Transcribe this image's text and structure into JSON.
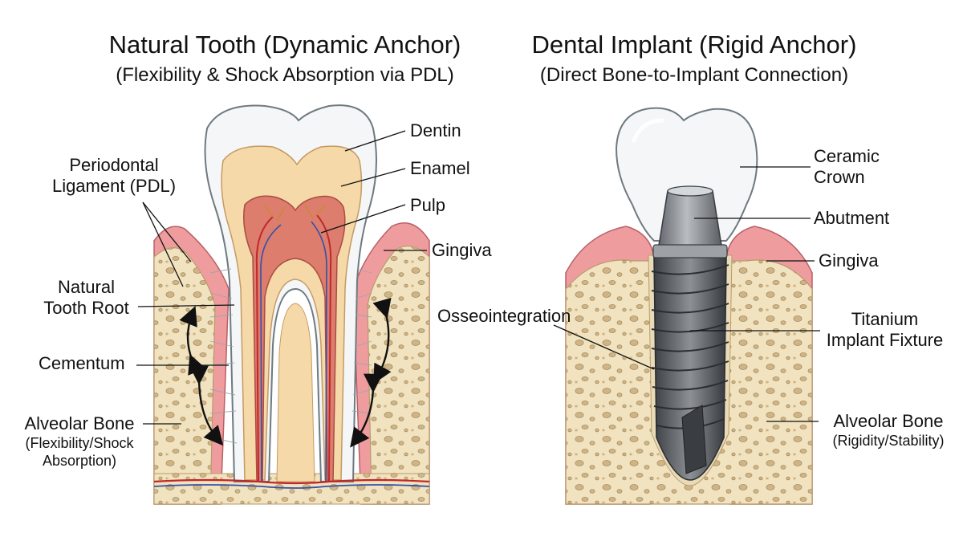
{
  "left": {
    "title": "Natural Tooth (Dynamic Anchor)",
    "subtitle": "(Flexibility & Shock Absorption via PDL)",
    "labels": {
      "dentin": "Dentin",
      "enamel": "Enamel",
      "pulp": "Pulp",
      "gingiva": "Gingiva",
      "pdl_1": "Periodontal",
      "pdl_2": "Ligament (PDL)",
      "root_1": "Natural",
      "root_2": "Tooth Root",
      "cementum": "Cementum",
      "bone": "Alveolar Bone",
      "bone_note_1": "(Flexibility/Shock",
      "bone_note_2": "Absorption)"
    }
  },
  "right": {
    "title": "Dental Implant (Rigid Anchor)",
    "subtitle": "(Direct Bone-to-Implant Connection)",
    "labels": {
      "crown_1": "Ceramic",
      "crown_2": "Crown",
      "abutment": "Abutment",
      "gingiva": "Gingiva",
      "osseo": "Osseointegration",
      "fixture_1": "Titanium",
      "fixture_2": "Implant Fixture",
      "bone": "Alveolar Bone",
      "bone_note": "(Rigidity/Stability)"
    }
  },
  "colors": {
    "bone": "#f1e3bf",
    "bone_pore": "#c9ad7c",
    "gum": "#ef9c9f",
    "enamel": "#f4f6f7",
    "dentin": "#f6d9a8",
    "pulp": "#dd7d6d",
    "titanium": "#7b7f85"
  }
}
